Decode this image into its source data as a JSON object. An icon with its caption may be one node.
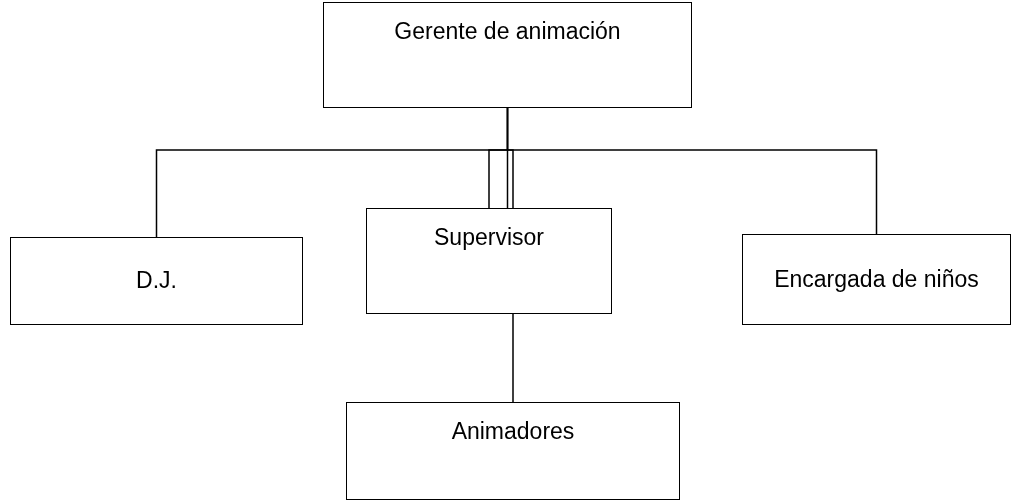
{
  "diagram": {
    "nodes": [
      {
        "text": [
          "Gerente de animación"
        ]
      },
      {
        "text": [
          "D.J."
        ]
      },
      {
        "text": [
          "Supervisor"
        ]
      },
      {
        "text": [
          "Encargada de niños"
        ]
      },
      {
        "text": [
          "Animadores"
        ]
      }
    ],
    "edges": [
      {
        "from": 0,
        "to": 1,
        "arrow": "none"
      },
      {
        "from": 0,
        "to": 2,
        "arrow": "none"
      },
      {
        "from": 0,
        "to": 3,
        "arrow": "none"
      },
      {
        "from": 2,
        "to": 4,
        "arrow": "none"
      }
    ]
  }
}
